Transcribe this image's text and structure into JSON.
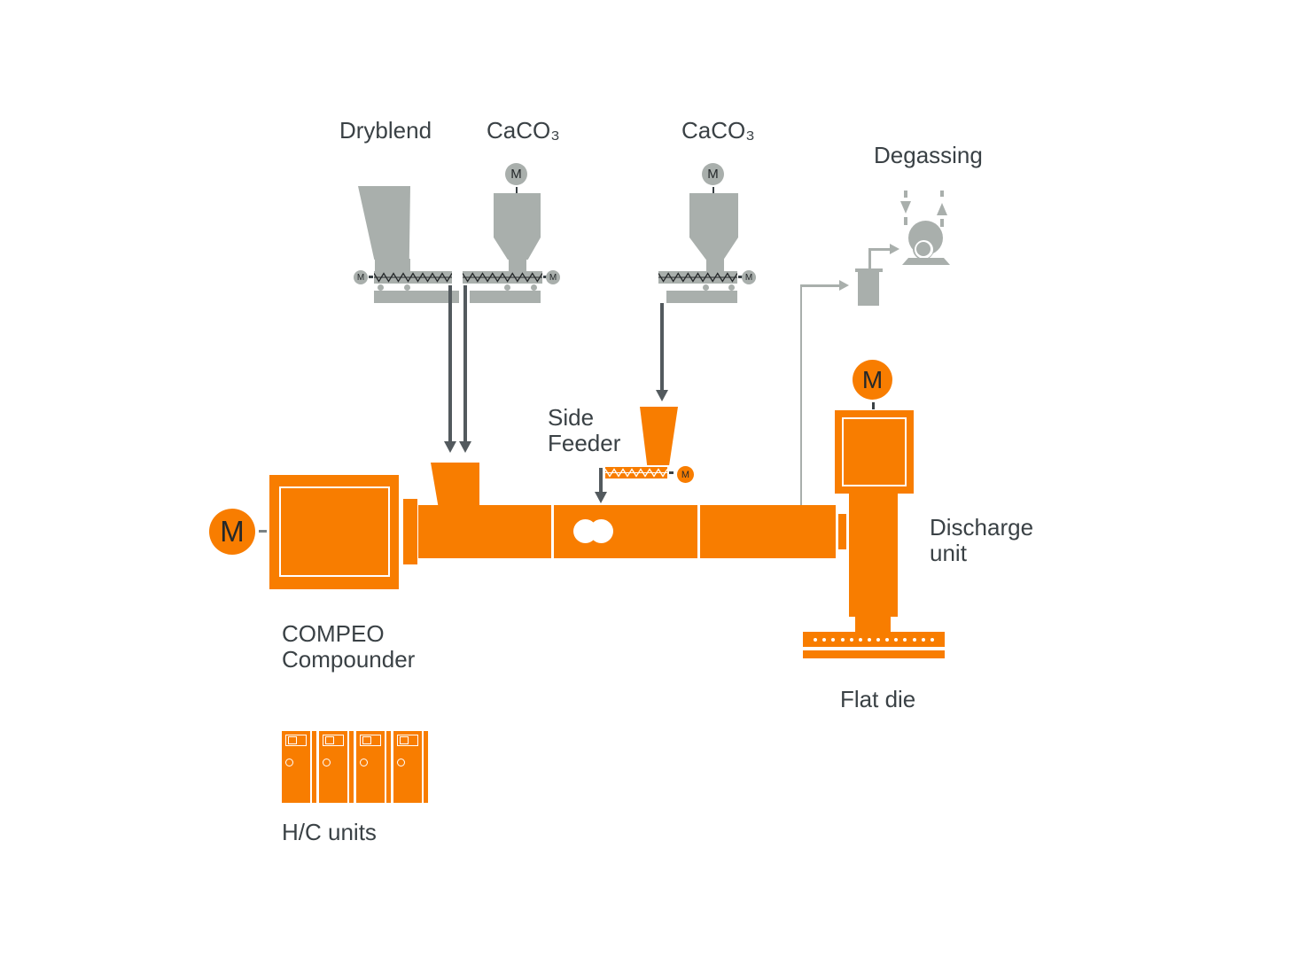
{
  "colors": {
    "orange": "#F87D00",
    "gray": "#A9AFAC",
    "dark_arrow": "#535A5E",
    "text": "#3A4145",
    "background": "#FFFFFF"
  },
  "labels": {
    "dryblend": "Dryblend",
    "caco3_first": "CaCO₃",
    "caco3_second": "CaCO₃",
    "degassing": "Degassing",
    "side_feeder": "Side\nFeeder",
    "discharge_unit": "Discharge\nunit",
    "compounder": "COMPEO\nCompounder",
    "flat_die": "Flat die",
    "hc_units": "H/C units",
    "motor": "M"
  },
  "counts": {
    "hc_units": 4,
    "die_holes": 14
  }
}
